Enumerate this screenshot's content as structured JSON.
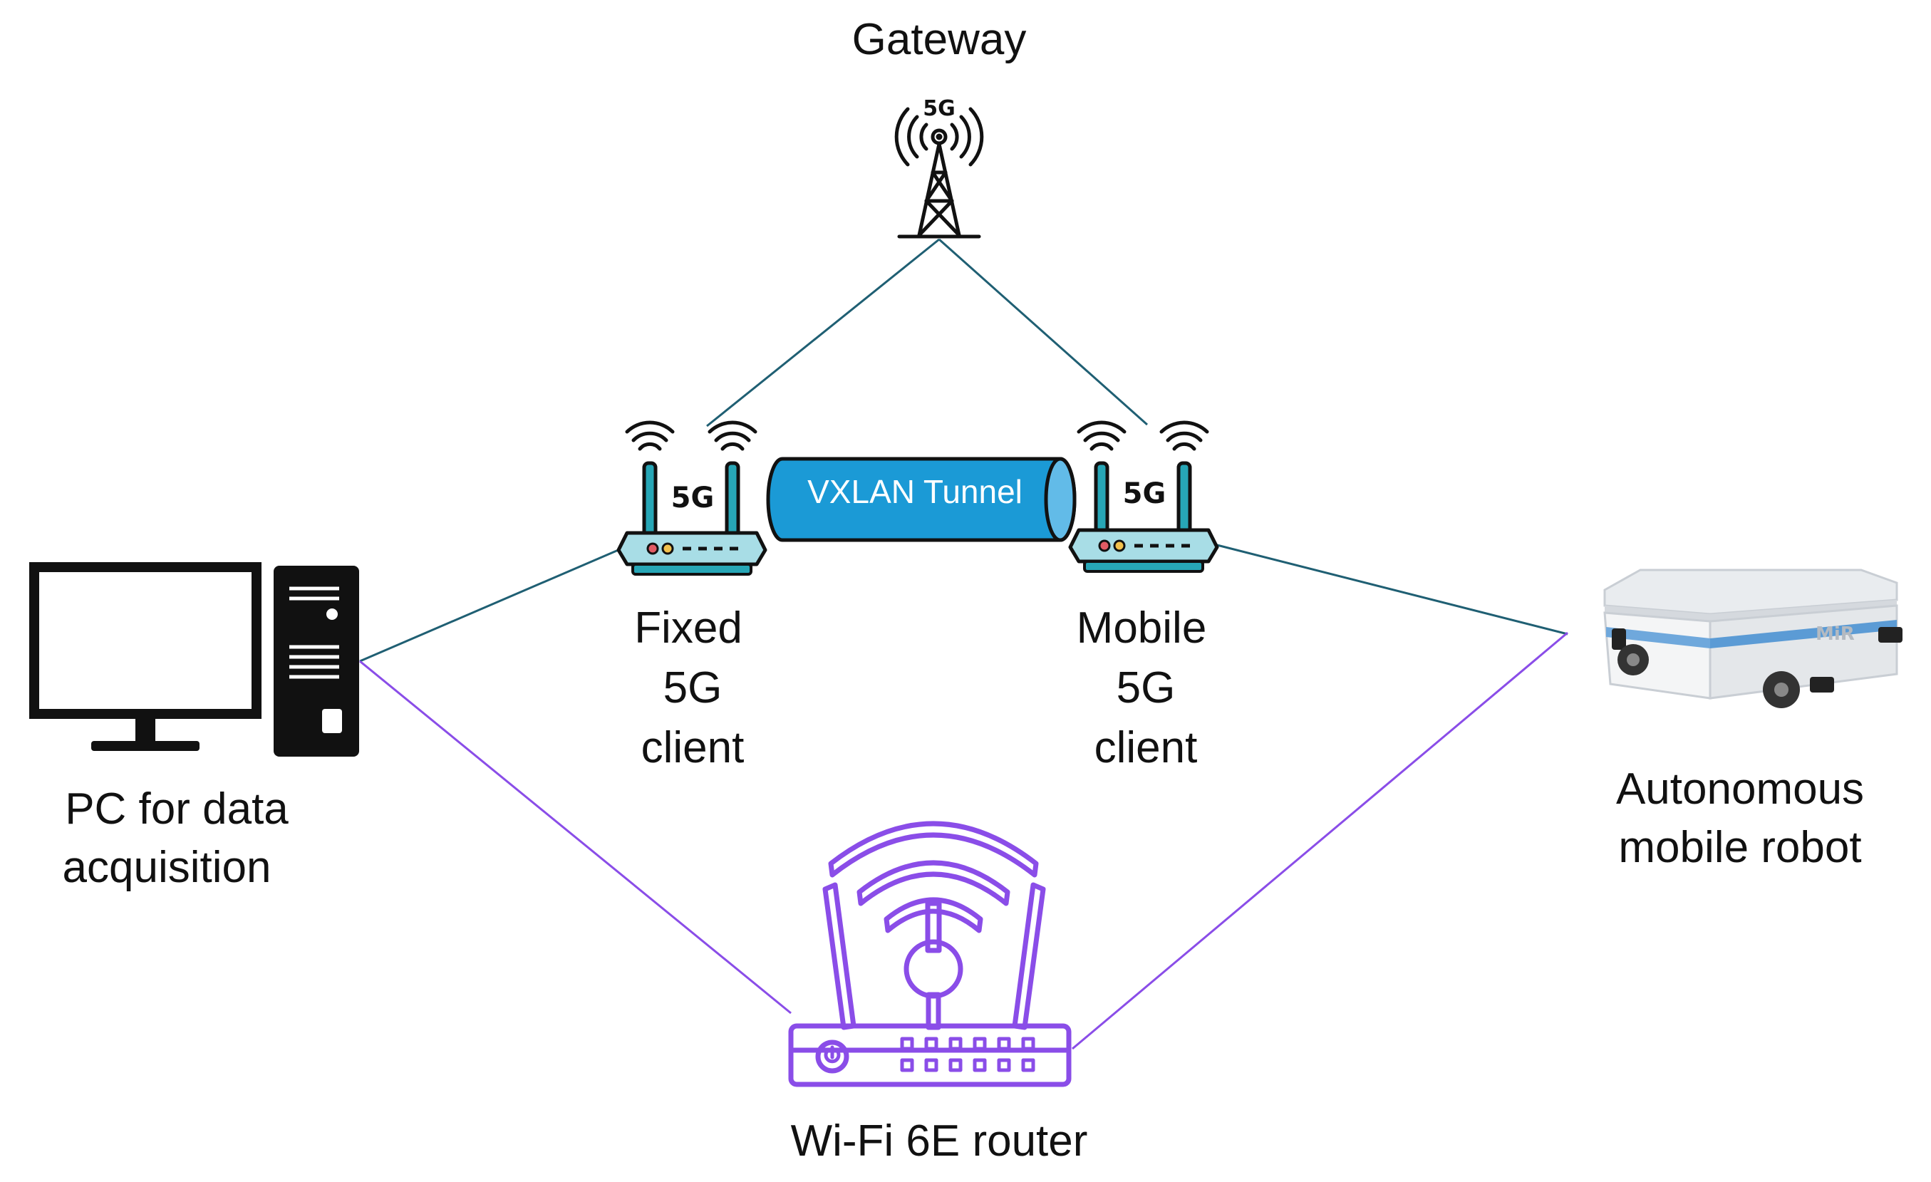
{
  "title": "",
  "colors": {
    "link_5g": "#1f5f73",
    "link_wifi": "#8a4de8",
    "router_purple": "#8a4de8",
    "tunnel": "#1b9ad6",
    "client_body": "#a8dde6",
    "client_antenna": "#27a6b6",
    "robot_stripe": "#6fa8dc"
  },
  "nodes": {
    "gateway": {
      "label": "Gateway",
      "badge": "5G",
      "icon": "cell-tower-icon"
    },
    "fixed_client": {
      "label_lines": [
        "Fixed",
        "5G",
        "client"
      ],
      "badge": "5G",
      "icon": "5g-router-icon"
    },
    "mobile_client": {
      "label_lines": [
        "Mobile",
        "5G",
        "client"
      ],
      "badge": "5G",
      "icon": "5g-router-icon"
    },
    "pc": {
      "label_lines": [
        "PC for data",
        "acquisition"
      ],
      "icon": "desktop-computer-icon"
    },
    "robot": {
      "label_lines": [
        "Autonomous",
        "mobile robot"
      ],
      "logo_text": "MiR",
      "icon": "mobile-robot-icon"
    },
    "wifi_router": {
      "label": "Wi-Fi 6E router",
      "icon": "wifi-router-icon"
    }
  },
  "tunnel": {
    "label": "VXLAN Tunnel"
  },
  "links": [
    {
      "from": "gateway",
      "to": "fixed_client",
      "type": "5G"
    },
    {
      "from": "gateway",
      "to": "mobile_client",
      "type": "5G"
    },
    {
      "from": "pc",
      "to": "fixed_client",
      "type": "ethernet"
    },
    {
      "from": "mobile_client",
      "to": "robot",
      "type": "ethernet"
    },
    {
      "from": "pc",
      "to": "wifi_router",
      "type": "Wi-Fi"
    },
    {
      "from": "wifi_router",
      "to": "robot",
      "type": "Wi-Fi"
    }
  ]
}
